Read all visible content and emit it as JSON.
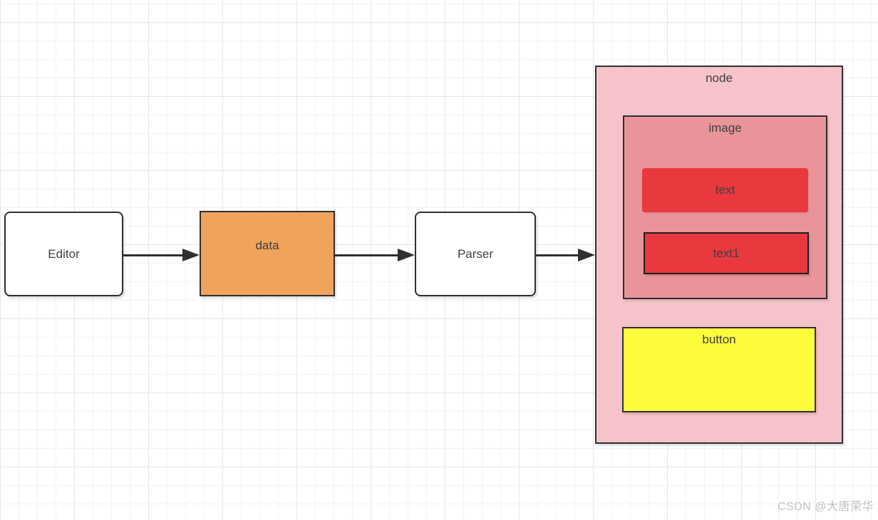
{
  "diagram": {
    "nodes": {
      "editor": {
        "label": "Editor",
        "fill": "#ffffff"
      },
      "data": {
        "label": "data",
        "fill": "#f0a35d"
      },
      "parser": {
        "label": "Parser",
        "fill": "#ffffff"
      },
      "node": {
        "label": "node",
        "fill": "#f5c3c9"
      },
      "image": {
        "label": "image",
        "fill": "#e9949a"
      },
      "text": {
        "label": "text",
        "fill": "#e9383e"
      },
      "text1": {
        "label": "text1",
        "fill": "#e9383e"
      },
      "button": {
        "label": "button",
        "fill": "#fcfc3d"
      }
    },
    "edges": [
      {
        "from": "editor",
        "to": "data"
      },
      {
        "from": "data",
        "to": "parser"
      },
      {
        "from": "parser",
        "to": "node"
      }
    ]
  },
  "watermark": {
    "text": "CSDN @大唐荣华"
  },
  "colors": {
    "stroke": "#2f2f2f",
    "label": "#3f3f3f",
    "fill-white": "#ffffff",
    "fill-orange": "#f0a35d",
    "fill-pink": "#f5c3c9",
    "fill-salmon": "#e9949a",
    "fill-red": "#e9383e",
    "fill-yellow": "#fcfc3d",
    "watermark": "#c2c2c8",
    "grid-minor": "#f2f2f3",
    "grid-major": "#e6e6e9",
    "canvas-bg": "#ffffff"
  }
}
